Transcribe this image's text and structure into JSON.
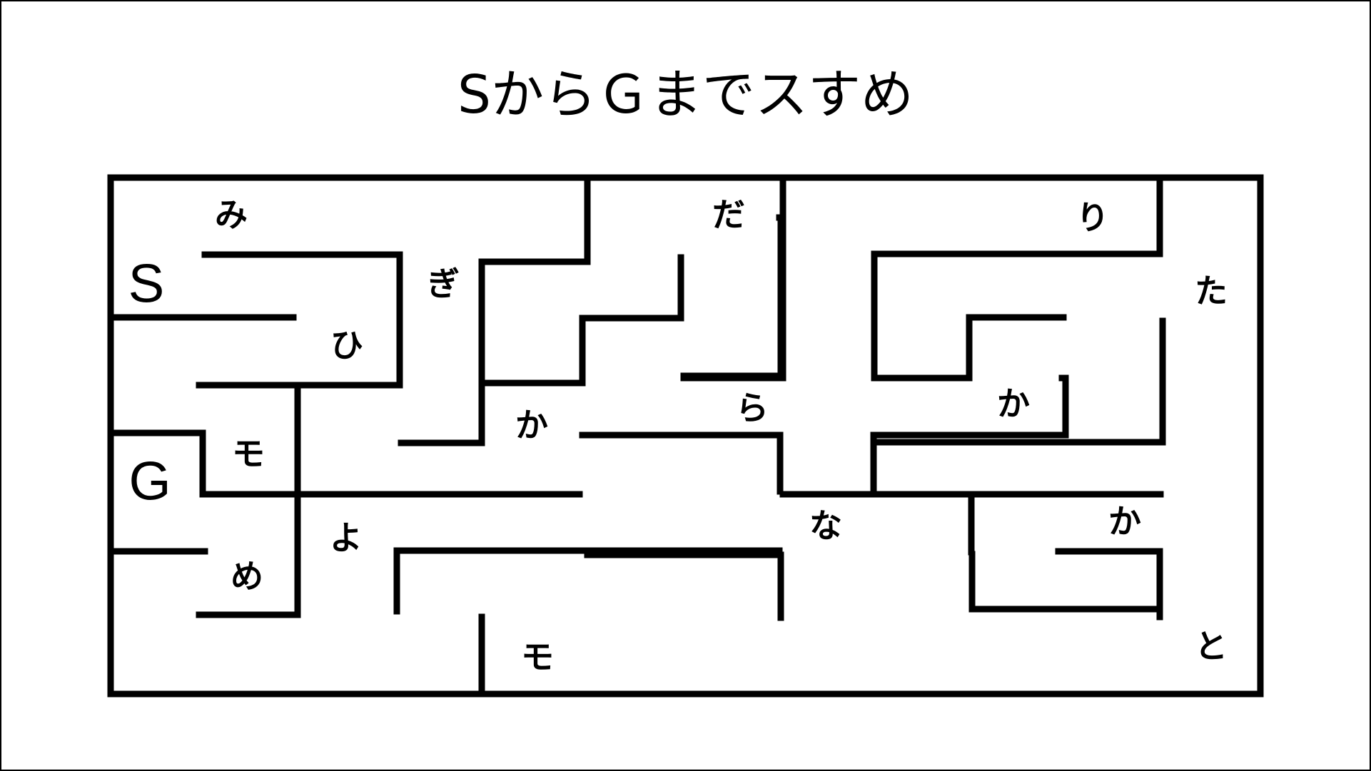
{
  "title": "SからＧまでスすめ",
  "maze": {
    "start_label": "S",
    "goal_label": "G",
    "characters": [
      "み",
      "ぎ",
      "だ",
      "り",
      "た",
      "ひ",
      "か",
      "ら",
      "か",
      "モ",
      "よ",
      "な",
      "か",
      "め",
      "モ",
      "と"
    ]
  }
}
